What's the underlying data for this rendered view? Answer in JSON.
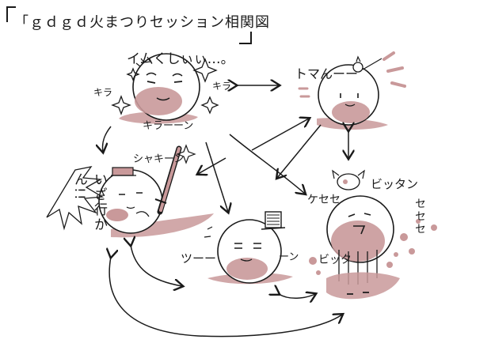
{
  "title": "「ｇｄｇｄ火まつりセッション相関図",
  "title_close": "」",
  "char_top_left": {
    "speech": "イムくしぃぃ…。",
    "sparkle_left": "キラ",
    "sparkle_right": "キラ",
    "sparkle_bottom": "キラーーン"
  },
  "char_top_right": {
    "speech": "トマんーー"
  },
  "char_left": {
    "sfx": "シャキーン",
    "shout": "いざ行かん!!"
  },
  "char_bottom_center": {
    "sfx_left": "ツーー",
    "sfx_right": "ーン"
  },
  "char_bottom_right": {
    "sfx_top_left": "ケセセ",
    "sfx_top_right": "ビッタン",
    "sfx_right": "セセセ",
    "sfx_bottom": "ビッタ"
  },
  "colors": {
    "blush": "#c9999a",
    "ink": "#1a1a1a",
    "paper": "#ffffff"
  }
}
